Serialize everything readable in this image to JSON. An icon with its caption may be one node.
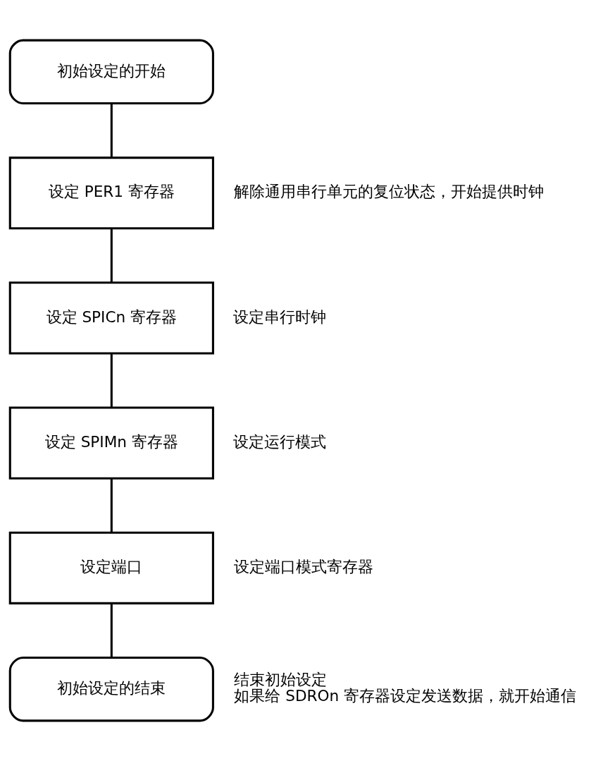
{
  "diagram": {
    "nodes": [
      {
        "text": [
          "初始设定的开始"
        ]
      },
      {
        "text": [
          "设定 PER1 寄存器"
        ],
        "beside": [
          "解除通用串行单元的复位状态，开始提供时钟"
        ]
      },
      {
        "text": [
          "设定 SPICn 寄存器"
        ],
        "beside": [
          "设定串行时钟"
        ]
      },
      {
        "text": [
          "设定 SPIMn 寄存器"
        ],
        "beside": [
          "设定运行模式"
        ]
      },
      {
        "text": [
          "设定端口"
        ],
        "beside": [
          "设定端口模式寄存器"
        ]
      },
      {
        "text": [
          "初始设定的结束"
        ],
        "beside": [
          "结束初始设定",
          "如果给 SDROn 寄存器设定发送数据，就开始通信"
        ]
      }
    ],
    "edges": [
      {
        "from": 0,
        "to": 1,
        "arrow": "none"
      },
      {
        "from": 1,
        "to": 2,
        "arrow": "none"
      },
      {
        "from": 2,
        "to": 3,
        "arrow": "none"
      },
      {
        "from": 3,
        "to": 4,
        "arrow": "none"
      },
      {
        "from": 4,
        "to": 5,
        "arrow": "none"
      }
    ]
  }
}
